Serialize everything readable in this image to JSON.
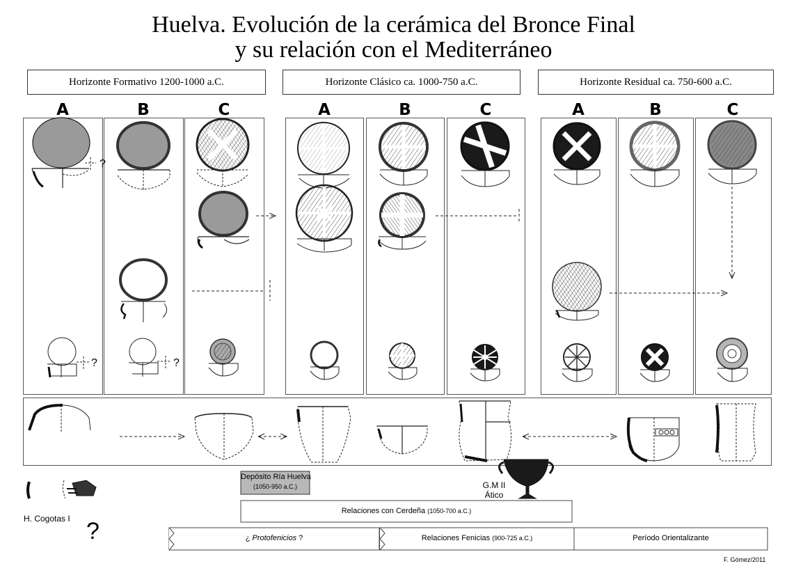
{
  "title": {
    "line1": "Huelva. Evolución de la cerámica del Bronce Final",
    "line2": "y su relación con el Mediterráneo"
  },
  "horizons": [
    {
      "label": "Horizonte Formativo 1200-1000 a.C.",
      "columns": [
        "A",
        "B",
        "C"
      ]
    },
    {
      "label": "Horizonte Clásico ca. 1000-750 a.C.",
      "columns": [
        "A",
        "B",
        "C"
      ]
    },
    {
      "label": "Horizonte Residual ca. 750-600 a.C.",
      "columns": [
        "A",
        "B",
        "C"
      ]
    }
  ],
  "question_mark": "?",
  "arrow_glyph": ">",
  "deposito": {
    "name": "Depósito Ría Huelva",
    "date": "(1050-950 a.C.)"
  },
  "gm": {
    "line1": "G.M II",
    "line2": "Ático"
  },
  "cogotas": "H. Cogotas I",
  "cerdena": {
    "label": "Relaciones con Cerdeña",
    "date": "(1050-700 a.C.)"
  },
  "timeline": {
    "proto": {
      "pre": "¿",
      "name": "Protofenicios",
      "post": "?"
    },
    "fenicias": {
      "label": "Relaciones Fenicias",
      "date": "(900-725 a.C.)"
    },
    "orientalizante": "Período Orientalizante"
  },
  "credit": "F. Gómez/2011",
  "colors": {
    "fill_gray": "#9a9a9a",
    "dark": "#1a1a1a",
    "border": "#555555"
  }
}
